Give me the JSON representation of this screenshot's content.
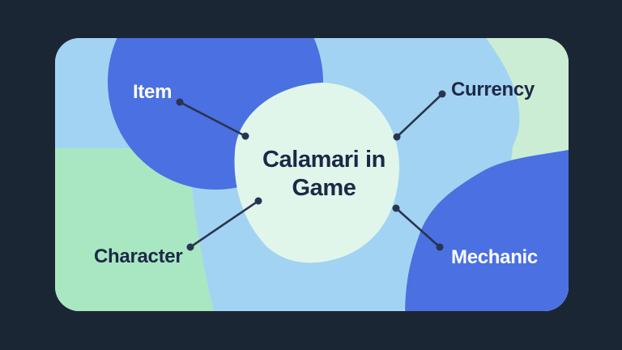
{
  "diagram": {
    "title": "Calamari in Game",
    "center_node": {
      "label": "Calamari in Game"
    },
    "nodes": [
      {
        "id": "item",
        "label": "Item",
        "position": "top-left"
      },
      {
        "id": "currency",
        "label": "Currency",
        "position": "top-right"
      },
      {
        "id": "character",
        "label": "Character",
        "position": "bottom-left"
      },
      {
        "id": "mechanic",
        "label": "Mechanic",
        "position": "bottom-right"
      }
    ],
    "colors": {
      "page_background": "#1B2634",
      "card_base_light_blue": "#A3D3F2",
      "royal_blue": "#4A70E2",
      "green_mint": "#A8E7C2",
      "green_pale": "#CBEDD3",
      "center_blob_mint": "#E0F6EA",
      "text_navy": "#1D2847",
      "text_white": "#FCFDFE",
      "connector": "#2A3450"
    }
  }
}
